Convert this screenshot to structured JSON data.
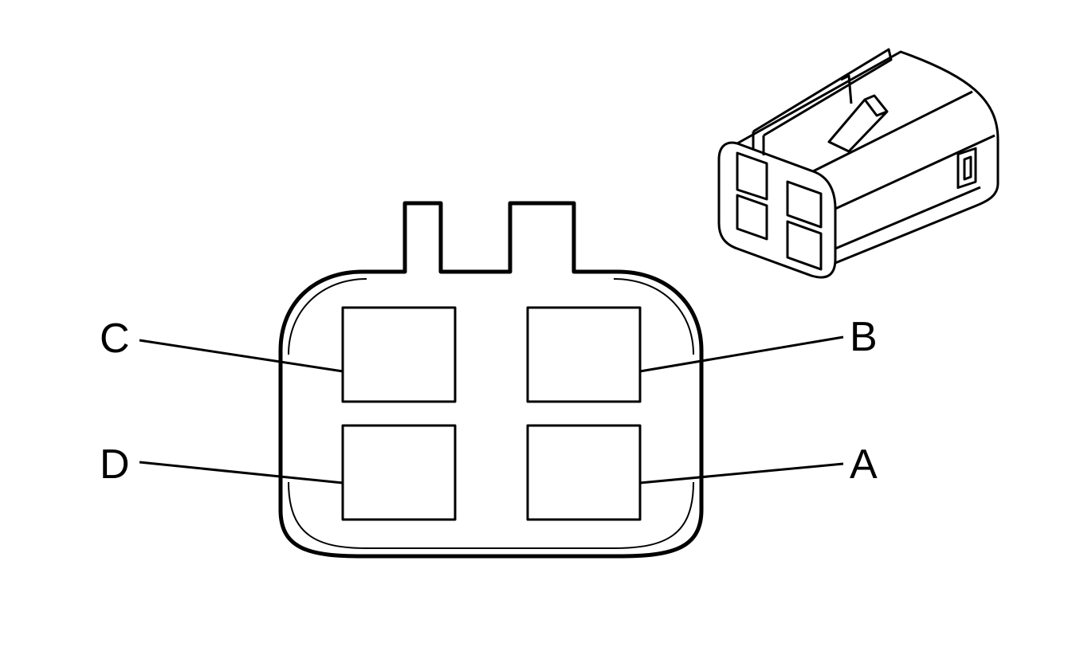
{
  "diagram": {
    "pins": {
      "a": "A",
      "b": "B",
      "c": "C",
      "d": "D"
    },
    "pin_count": 4,
    "colors": {
      "line": "#000000",
      "background": "#ffffff"
    },
    "icons": [
      "connector-face-view",
      "connector-3d-view"
    ]
  }
}
